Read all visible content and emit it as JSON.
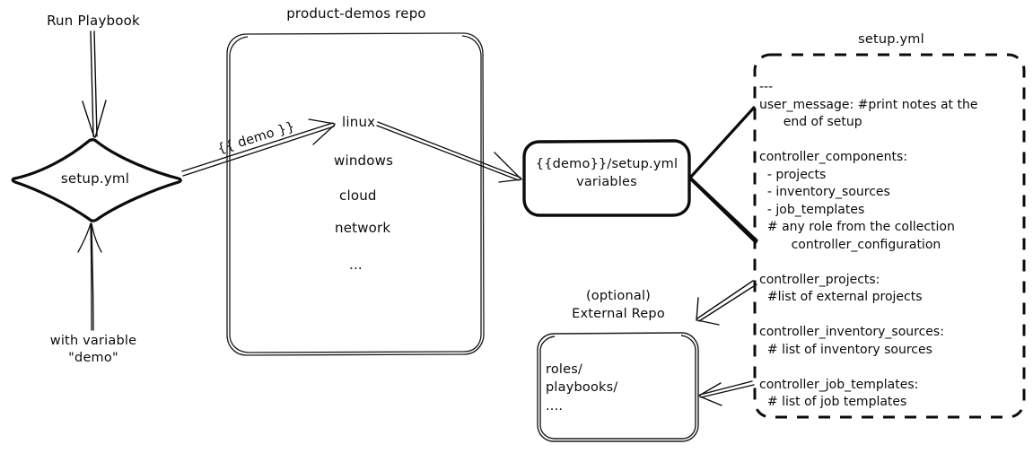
{
  "diagram": {
    "title_hidden": "",
    "nodes": {
      "run_playbook_label": "Run Playbook",
      "setup_diamond_label": "setup.yml",
      "with_variable_label_line1": "with variable",
      "with_variable_label_line2": "\"demo\"",
      "repo_title": "product-demos repo",
      "repo_items": [
        "linux",
        "windows",
        "cloud",
        "network",
        "..."
      ],
      "edge_demo_label": "{{ demo }}",
      "vars_box_line1": "{{demo}}/setup.yml",
      "vars_box_line2": "variables",
      "external_repo_title_line1": "(optional)",
      "external_repo_title_line2": "External Repo",
      "external_repo_items": [
        "roles/",
        "playbooks/",
        "...."
      ],
      "setup_yml_title": "setup.yml"
    },
    "setup_yml_code": [
      "---",
      "user_message: #print notes at the",
      "      end of setup",
      "",
      "controller_components:",
      "  - projects",
      "  - inventory_sources",
      "  - job_templates",
      "  # any role from the collection",
      "        controller_configuration",
      "",
      "controller_projects:",
      "  #list of external projects",
      "",
      "controller_inventory_sources:",
      "  # list of inventory sources",
      "",
      "controller_job_templates:",
      "  # list of job templates"
    ],
    "colors": {
      "ink": "#0b0b0b",
      "background": "#ffffff",
      "thin_stroke": "#1a1a1a"
    },
    "icons": {
      "arrow_down": "arrow-down-icon",
      "arrow_up": "arrow-up-icon",
      "arrow_right": "arrow-right-icon"
    }
  }
}
